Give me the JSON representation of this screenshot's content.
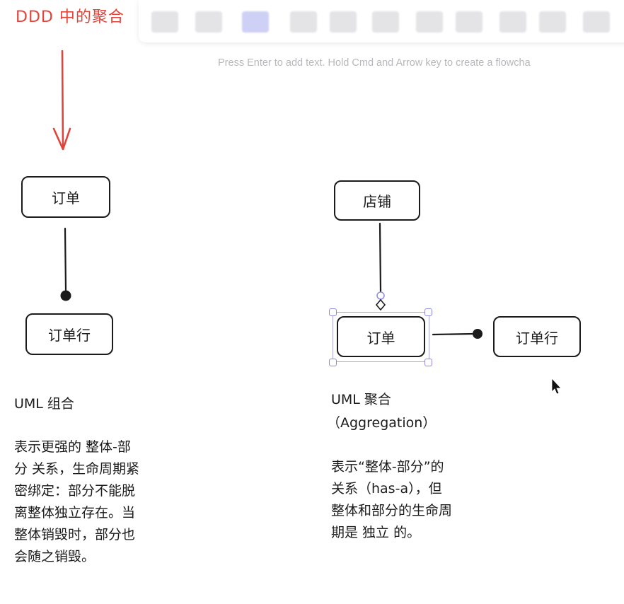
{
  "heading": "DDD 中的聚合",
  "toolbar": {
    "hint": "Press Enter to add text. Hold Cmd and Arrow key to create a flowcha"
  },
  "left": {
    "node_top": "订单",
    "node_bottom": "订单行",
    "title": "UML 组合",
    "description": [
      "表示更强的 整体-部",
      "分 关系，生命周期紧",
      "密绑定：部分不能脱",
      "离整体独立存在。当",
      "整体销毁时，部分也",
      "会随之销毁。"
    ]
  },
  "right": {
    "node_top": "店铺",
    "node_middle": "订单",
    "node_side": "订单行",
    "title": "UML 聚合",
    "subtitle": "（Aggregation）",
    "description": [
      "表示“整体-部分”的",
      "关系（has-a），但",
      "整体和部分的生命周",
      "期是 独立 的。"
    ]
  },
  "colors": {
    "accent_red": "#e0453c",
    "ink": "#1b1b1b",
    "selection": "#a9a6e8"
  }
}
